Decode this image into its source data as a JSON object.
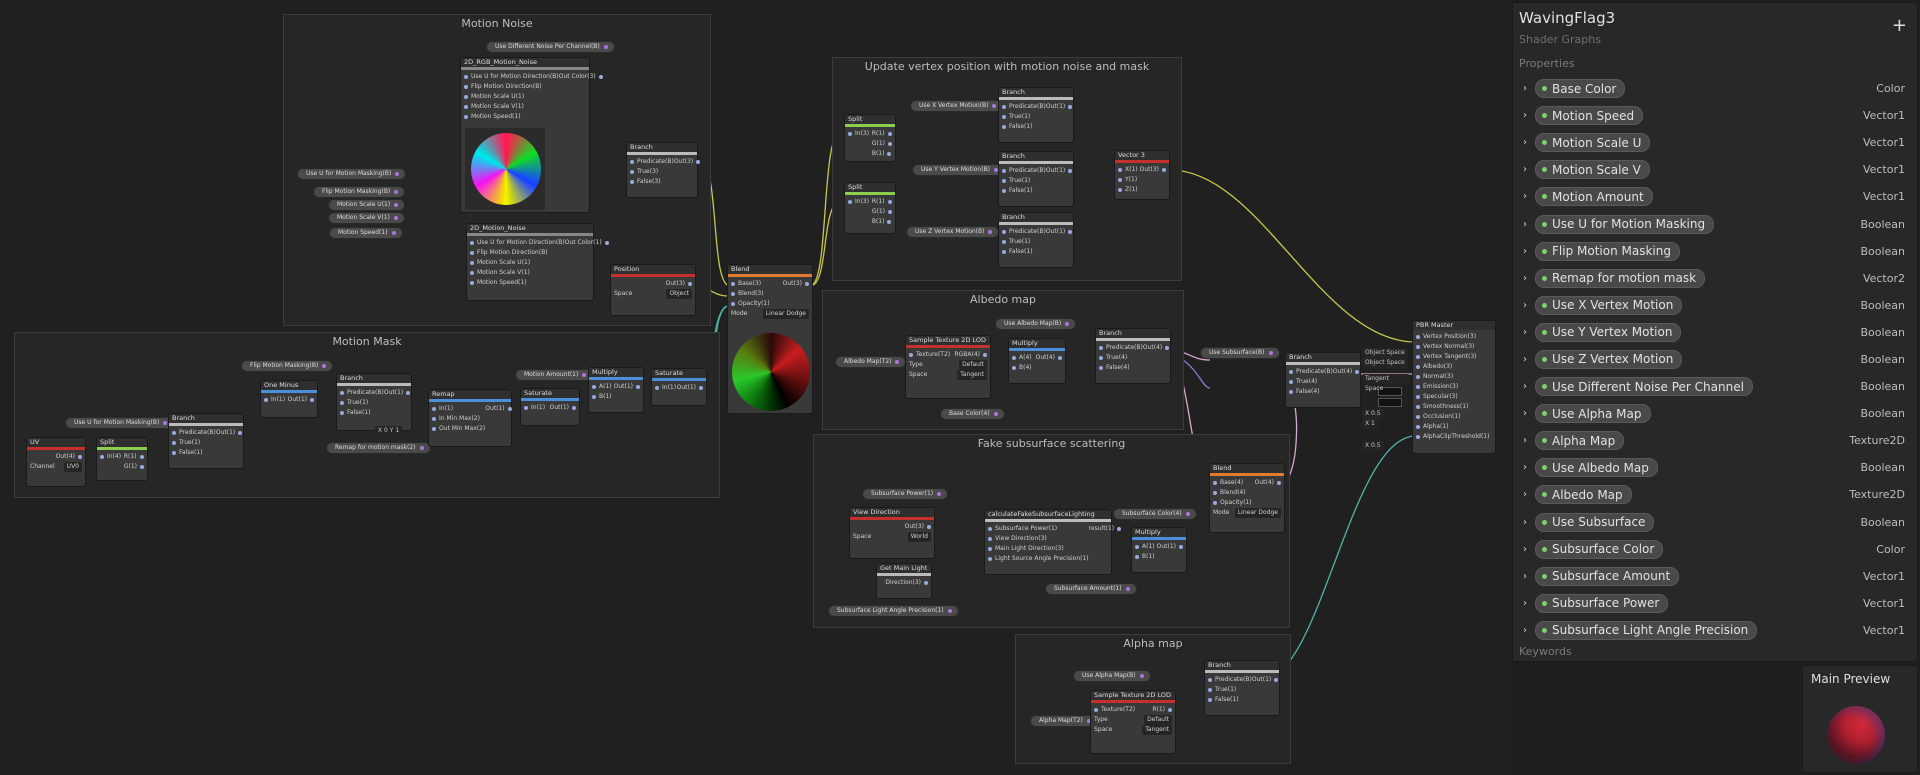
{
  "graph": {
    "groups": {
      "motion_noise": "Motion Noise",
      "motion_mask": "Motion Mask",
      "vertex_update": "Update vertex position with motion noise and mask",
      "albedo": "Albedo map",
      "subsurface": "Fake subsurface scattering",
      "alpha": "Alpha map"
    },
    "props": {
      "diff_noise": "Use Different Noise Per Channel(B)",
      "use_u_mask_a": "Use U for Motion Masking(B)",
      "flip_mask_a": "Flip Motion Masking(B)",
      "scale_u": "Motion Scale U(1)",
      "scale_v": "Motion Scale V(1)",
      "speed": "Motion Speed(1)",
      "flip_mask_b": "Flip Motion Masking(B)",
      "use_u_mask_b": "Use U for Motion Masking(B)",
      "remap": "Remap for motion mask(2)",
      "amount": "Motion Amount(1)",
      "use_x": "Use X Vertex Motion(B)",
      "use_y": "Use Y Vertex Motion(B)",
      "use_z": "Use Z Vertex Motion(B)",
      "use_albedo": "Use Albedo Map(B)",
      "albedo_map": "Albedo Map(T2)",
      "base_color": "Base Color(4)",
      "use_subsurface": "Use Subsurface(B)",
      "ss_power": "Subsurface Power(1)",
      "ss_color": "Subsurface Color(4)",
      "ss_amount": "Subsurface Amount(1)",
      "ss_precision": "Subsurface Light Angle Precision(1)",
      "use_alpha": "Use Alpha Map(B)",
      "alpha_map": "Alpha Map(T2)"
    },
    "nodes": {
      "noise_rgb": {
        "title": "2D_RGB_Motion_Noise",
        "inputs": [
          "Use U for Motion Direction(B)",
          "Flip Motion Direction(B)",
          "Motion Scale U(1)",
          "Motion Scale V(1)",
          "Motion Speed(1)"
        ],
        "outputs": [
          "Out Color(3)"
        ]
      },
      "noise": {
        "title": "2D_Motion_Noise",
        "inputs": [
          "Use U for Motion Direction(B)",
          "Flip Motion Direction(B)",
          "Motion Scale U(1)",
          "Motion Scale V(1)",
          "Motion Speed(1)"
        ],
        "outputs": [
          "Out Color(1)"
        ]
      },
      "branch_noise": {
        "title": "Branch",
        "inputs": [
          "Predicate(B)",
          "True(3)",
          "False(3)"
        ],
        "outputs": [
          "Out(3)"
        ]
      },
      "position": {
        "title": "Position",
        "outputs": [
          "Out(3)"
        ],
        "field": "Space",
        "value": "Object"
      },
      "blend_main": {
        "title": "Blend",
        "inputs": [
          "Base(3)",
          "Blend(3)",
          "Opacity(1)"
        ],
        "outputs": [
          "Out(3)"
        ],
        "field": "Mode",
        "value": "Linear Dodge"
      },
      "uv": {
        "title": "UV",
        "outputs": [
          "Out(4)"
        ],
        "field": "Channel",
        "value": "UV0"
      },
      "split_uv": {
        "title": "Split",
        "inputs": [
          "In(4)"
        ],
        "outputs": [
          "R(1)",
          "G(1)"
        ]
      },
      "branch_mask": {
        "title": "Branch",
        "inputs": [
          "Predicate(B)",
          "True(1)",
          "False(1)"
        ],
        "outputs": [
          "Out(1)"
        ]
      },
      "one_minus": {
        "title": "One Minus",
        "inputs": [
          "In(1)"
        ],
        "outputs": [
          "Out(1)"
        ]
      },
      "branch_flip": {
        "title": "Branch",
        "inputs": [
          "Predicate(B)",
          "True(1)",
          "False(1)"
        ],
        "outputs": [
          "Out(1)"
        ],
        "values": "X 0  Y 1"
      },
      "remap": {
        "title": "Remap",
        "inputs": [
          "In(1)",
          "In Min Max(2)",
          "Out Min Max(2)"
        ],
        "outputs": [
          "Out(1)"
        ]
      },
      "saturate_a": {
        "title": "Saturate",
        "inputs": [
          "In(1)"
        ],
        "outputs": [
          "Out(1)"
        ]
      },
      "multiply_a": {
        "title": "Multiply",
        "inputs": [
          "A(1)",
          "B(1)"
        ],
        "outputs": [
          "Out(1)"
        ]
      },
      "saturate_b": {
        "title": "Saturate",
        "inputs": [
          "In(1)"
        ],
        "outputs": [
          "Out(1)"
        ]
      },
      "split_a": {
        "title": "Split",
        "inputs": [
          "In(3)"
        ],
        "outputs": [
          "R(1)",
          "G(1)",
          "B(1)"
        ]
      },
      "split_b": {
        "title": "Split",
        "inputs": [
          "In(3)"
        ],
        "outputs": [
          "R(1)",
          "G(1)",
          "B(1)"
        ]
      },
      "branch_x": {
        "title": "Branch",
        "inputs": [
          "Predicate(B)",
          "True(1)",
          "False(1)"
        ],
        "outputs": [
          "Out(1)"
        ]
      },
      "branch_y": {
        "title": "Branch",
        "inputs": [
          "Predicate(B)",
          "True(1)",
          "False(1)"
        ],
        "outputs": [
          "Out(1)"
        ]
      },
      "branch_z": {
        "title": "Branch",
        "inputs": [
          "Predicate(B)",
          "True(1)",
          "False(1)"
        ],
        "outputs": [
          "Out(1)"
        ]
      },
      "vector3": {
        "title": "Vector 3",
        "inputs": [
          "X(1)",
          "Y(1)",
          "Z(1)"
        ],
        "outputs": [
          "Out(3)"
        ]
      },
      "sample_albedo": {
        "title": "Sample Texture 2D LOD",
        "inputs": [
          "Texture(T2)"
        ],
        "outputs": [
          "RGBA(4)"
        ],
        "field": "Type",
        "value": "Default",
        "field2": "Space",
        "value2": "Tangent"
      },
      "multiply_albedo": {
        "title": "Multiply",
        "inputs": [
          "A(4)",
          "B(4)"
        ],
        "outputs": [
          "Out(4)"
        ]
      },
      "branch_albedo": {
        "title": "Branch",
        "inputs": [
          "Predicate(B)",
          "True(4)",
          "False(4)"
        ],
        "outputs": [
          "Out(4)"
        ]
      },
      "view_dir": {
        "title": "View Direction",
        "outputs": [
          "Out(3)"
        ],
        "field": "Space",
        "value": "World"
      },
      "main_light": {
        "title": "Get Main Light",
        "outputs": [
          "Direction(3)"
        ]
      },
      "calc_ss": {
        "title": "calculateFakeSubsurfaceLighting",
        "inputs": [
          "Subsurface Power(1)",
          "View Direction(3)",
          "Main Light Direction(3)",
          "Light Source Angle Precision(1)"
        ],
        "outputs": [
          "result(1)"
        ]
      },
      "multiply_ss": {
        "title": "Multiply",
        "inputs": [
          "A(1)",
          "B(1)"
        ],
        "outputs": [
          "Out(1)"
        ]
      },
      "blend_ss": {
        "title": "Blend",
        "inputs": [
          "Base(4)",
          "Blend(4)",
          "Opacity(1)"
        ],
        "outputs": [
          "Out(4)"
        ],
        "field": "Mode",
        "value": "Linear Dodge"
      },
      "branch_ss": {
        "title": "Branch",
        "inputs": [
          "Predicate(B)",
          "True(4)",
          "False(4)"
        ],
        "outputs": [
          "Out(4)"
        ]
      },
      "sample_alpha": {
        "title": "Sample Texture 2D LOD",
        "inputs": [
          "Texture(T2)"
        ],
        "outputs": [
          "R(1)"
        ],
        "field": "Type",
        "value": "Default",
        "field2": "Space",
        "value2": "Tangent"
      },
      "branch_alpha": {
        "title": "Branch",
        "inputs": [
          "Predicate(B)",
          "True(1)",
          "False(1)"
        ],
        "outputs": [
          "Out(1)"
        ]
      },
      "pbr_master": {
        "title": "PBR Master",
        "inputs": [
          "Vertex Position(3)",
          "Vertex Normal(3)",
          "Vertex Tangent(3)",
          "Albedo(3)",
          "Normal(3)",
          "Emission(3)",
          "Specular(3)",
          "Smoothness(1)",
          "Occlusion(1)",
          "Alpha(1)",
          "AlphaClipThreshold(1)"
        ]
      }
    },
    "master_side": [
      "Object Space",
      "Object Space",
      "Tangent Space",
      "X 0.5",
      "X 1",
      "X 0.5"
    ]
  },
  "blackboard": {
    "title": "WavingFlag3",
    "subtitle": "Shader Graphs",
    "add_label": "+",
    "properties_label": "Properties",
    "keywords_label": "Keywords",
    "properties": [
      {
        "name": "Base Color",
        "type": "Color"
      },
      {
        "name": "Motion Speed",
        "type": "Vector1"
      },
      {
        "name": "Motion Scale U",
        "type": "Vector1"
      },
      {
        "name": "Motion Scale V",
        "type": "Vector1"
      },
      {
        "name": "Motion Amount",
        "type": "Vector1"
      },
      {
        "name": "Use U for Motion Masking",
        "type": "Boolean"
      },
      {
        "name": "Flip Motion Masking",
        "type": "Boolean"
      },
      {
        "name": "Remap for motion mask",
        "type": "Vector2"
      },
      {
        "name": "Use X Vertex Motion",
        "type": "Boolean"
      },
      {
        "name": "Use Y Vertex Motion",
        "type": "Boolean"
      },
      {
        "name": "Use Z Vertex Motion",
        "type": "Boolean"
      },
      {
        "name": "Use Different Noise Per Channel",
        "type": "Boolean"
      },
      {
        "name": "Use Alpha Map",
        "type": "Boolean"
      },
      {
        "name": "Alpha Map",
        "type": "Texture2D"
      },
      {
        "name": "Use Albedo Map",
        "type": "Boolean"
      },
      {
        "name": "Albedo Map",
        "type": "Texture2D"
      },
      {
        "name": "Use Subsurface",
        "type": "Boolean"
      },
      {
        "name": "Subsurface Color",
        "type": "Color"
      },
      {
        "name": "Subsurface Amount",
        "type": "Vector1"
      },
      {
        "name": "Subsurface Power",
        "type": "Vector1"
      },
      {
        "name": "Subsurface Light Angle Precision",
        "type": "Vector1"
      }
    ]
  },
  "main_preview": {
    "title": "Main Preview"
  },
  "colors": {
    "accent_red": "#c4302b",
    "accent_blue": "#4a90d9",
    "accent_yellow": "#c8c84a",
    "accent_orange": "#e07b30",
    "accent_green": "#8ccf4d",
    "wire_teal": "#4fb3a9",
    "wire_purple": "#8a7ad6",
    "wire_pink": "#d9a8d0"
  }
}
